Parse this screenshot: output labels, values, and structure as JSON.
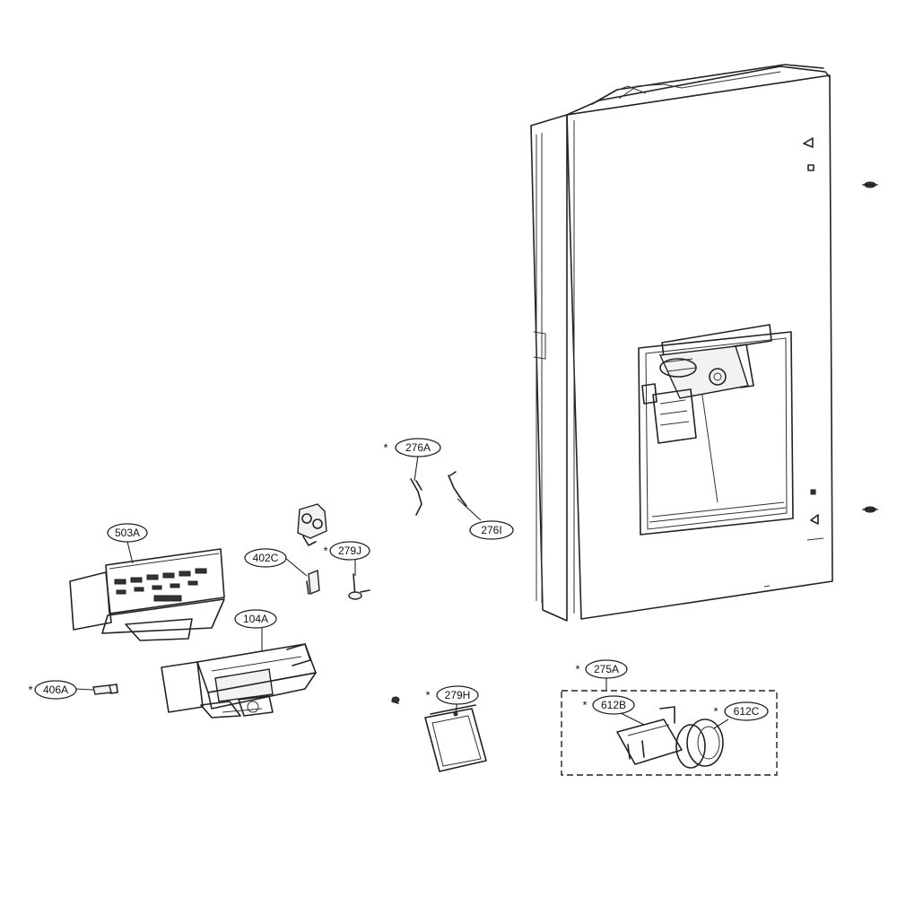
{
  "diagram": {
    "callouts": [
      {
        "id": "276A",
        "label": "276A",
        "starred": true
      },
      {
        "id": "276I",
        "label": "276I",
        "starred": false
      },
      {
        "id": "503A",
        "label": "503A",
        "starred": false
      },
      {
        "id": "402C",
        "label": "402C",
        "starred": false
      },
      {
        "id": "279J",
        "label": "279J",
        "starred": true
      },
      {
        "id": "104A",
        "label": "104A",
        "starred": false
      },
      {
        "id": "406A",
        "label": "406A",
        "starred": true
      },
      {
        "id": "279H",
        "label": "279H",
        "starred": true
      },
      {
        "id": "275A",
        "label": "275A",
        "starred": true
      },
      {
        "id": "612B",
        "label": "612B",
        "starred": true
      },
      {
        "id": "612C",
        "label": "612C",
        "starred": true
      }
    ],
    "star_symbol": "*"
  }
}
